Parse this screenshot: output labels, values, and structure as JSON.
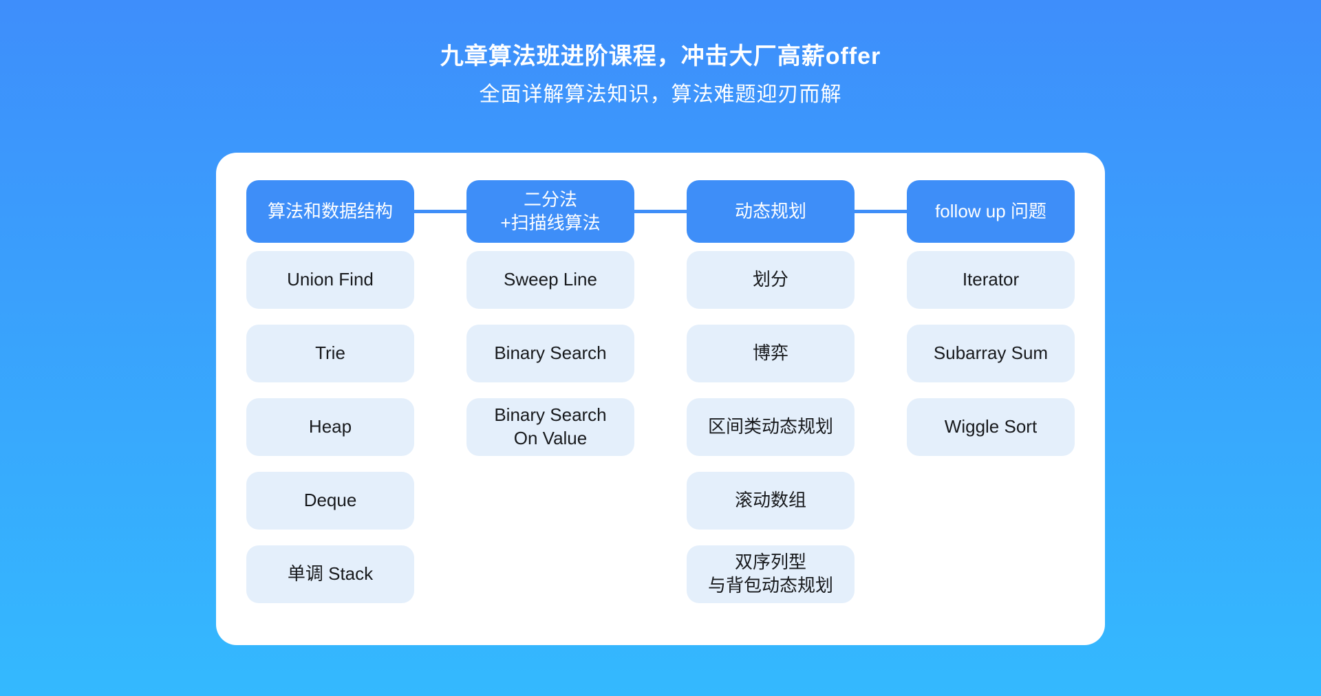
{
  "hero": {
    "title": "九章算法班进阶课程，冲击大厂高薪offer",
    "subtitle": "全面详解算法知识，算法难题迎刃而解"
  },
  "colors": {
    "background_top": "#3E8EFB",
    "background_bottom": "#34B9FE",
    "accent_blue": "#3E8EF8",
    "pill_background": "#E4EFFB",
    "pill_text": "#17191C",
    "card_background": "#FFFFFF",
    "hero_text": "#FFFFFF"
  },
  "columns": [
    {
      "header": "算法和数据结构",
      "items": [
        "Union Find",
        "Trie",
        "Heap",
        "Deque",
        "单调 Stack"
      ]
    },
    {
      "header": "二分法\n+扫描线算法",
      "items": [
        "Sweep Line",
        "Binary Search",
        "Binary Search\nOn Value"
      ]
    },
    {
      "header": "动态规划",
      "items": [
        "划分",
        "博弈",
        "区间类动态规划",
        "滚动数组",
        "双序列型\n与背包动态规划"
      ]
    },
    {
      "header": "follow up 问题",
      "items": [
        "Iterator",
        "Subarray Sum",
        "Wiggle Sort"
      ]
    }
  ]
}
